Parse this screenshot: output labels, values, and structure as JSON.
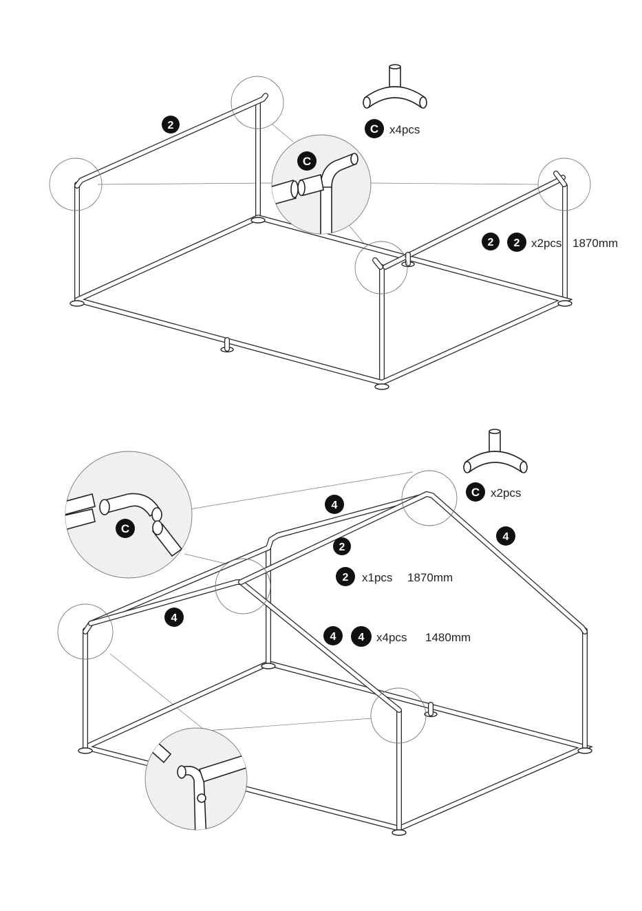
{
  "step1": {
    "connector": {
      "badge": "C",
      "count": "x4pcs",
      "icon": "three-way-elbow-connector-icon"
    },
    "detail": {
      "badge": "C"
    },
    "pipe_badge": "2",
    "pipe_spec": {
      "badge_a": "2",
      "badge_b": "2",
      "count": "x2pcs",
      "length": "1870mm"
    }
  },
  "step2": {
    "connector": {
      "badge": "C",
      "count": "x2pcs",
      "icon": "three-way-elbow-connector-icon"
    },
    "detail": {
      "badge": "C"
    },
    "ridge_badge": "2",
    "roof_badges": [
      "4",
      "4",
      "4"
    ],
    "ridge_spec": {
      "badge": "2",
      "count": "x1pcs",
      "length": "1870mm"
    },
    "rafter_spec": {
      "badge_a": "4",
      "badge_b": "4",
      "count": "x4pcs",
      "length": "1480mm"
    }
  }
}
